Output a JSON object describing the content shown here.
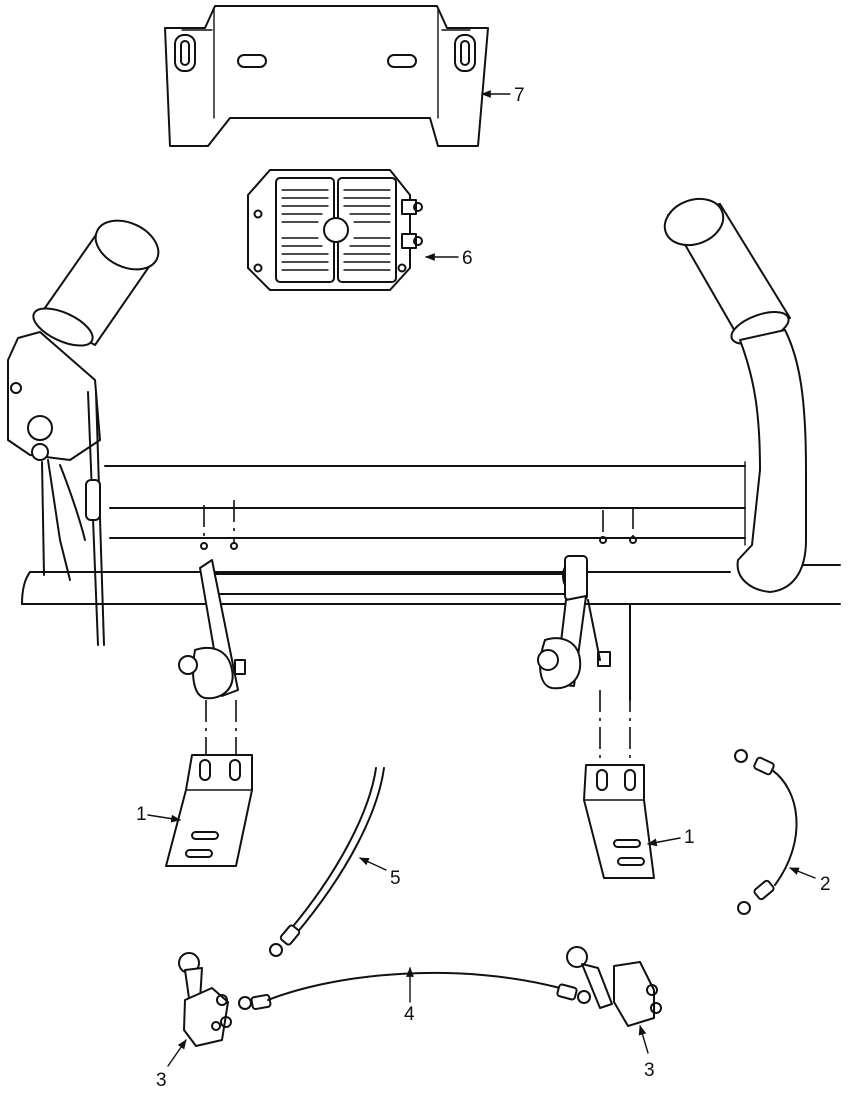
{
  "callouts": [
    {
      "id": "bracket-left",
      "label": "1"
    },
    {
      "id": "bracket-right",
      "label": "1"
    },
    {
      "id": "ground-cable",
      "label": "2"
    },
    {
      "id": "switch-left",
      "label": "3"
    },
    {
      "id": "switch-right",
      "label": "3"
    },
    {
      "id": "connecting-cable",
      "label": "4"
    },
    {
      "id": "battery-cable",
      "label": "5"
    },
    {
      "id": "regulator",
      "label": "6"
    },
    {
      "id": "mounting-plate",
      "label": "7"
    }
  ]
}
